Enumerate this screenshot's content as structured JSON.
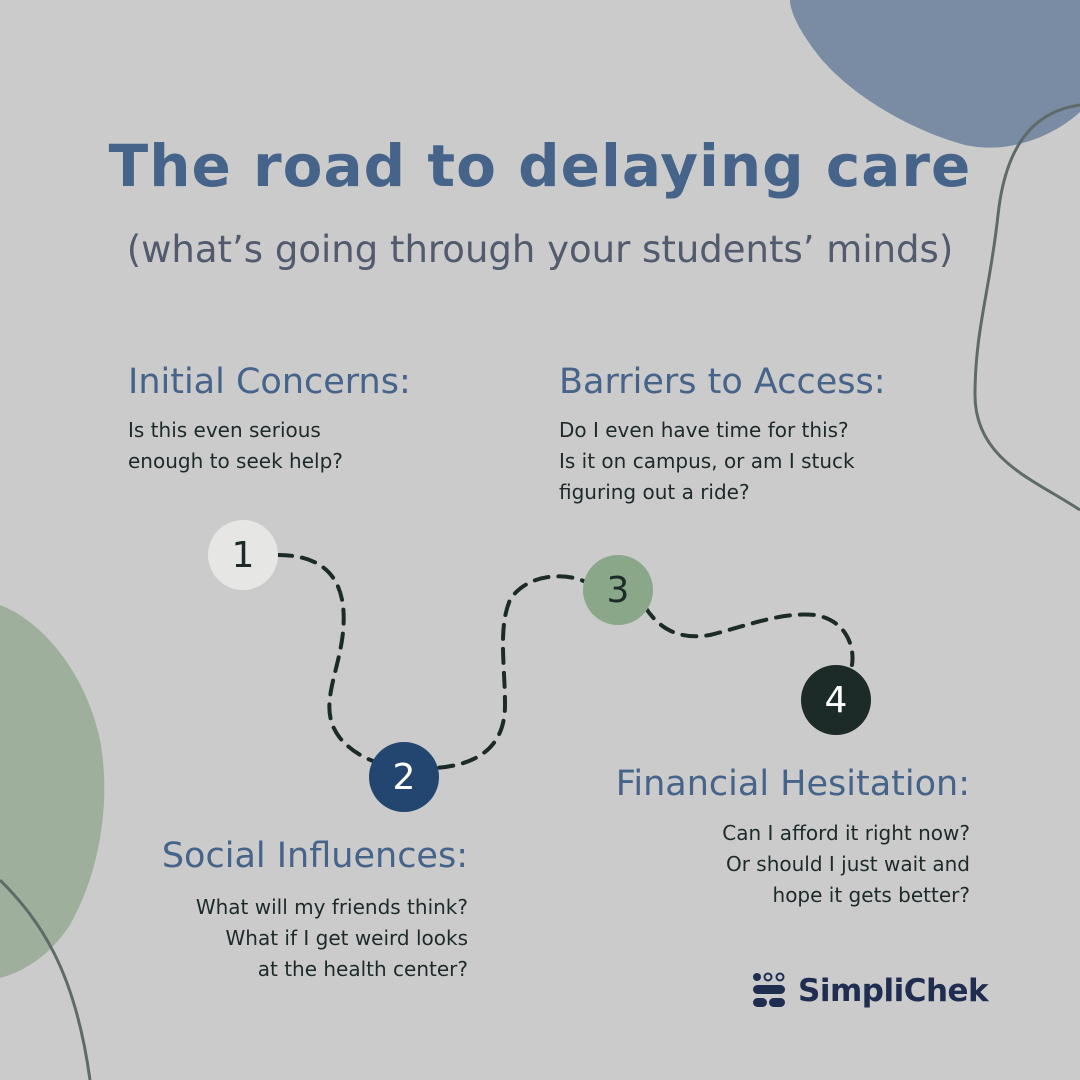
{
  "title": "The road to delaying care",
  "subtitle": "(what’s going through your students’ minds)",
  "steps": [
    {
      "number": "1",
      "heading": "Initial Concerns:",
      "lines": [
        "Is this even serious",
        "enough to seek help?"
      ],
      "color": "#e6e6e4"
    },
    {
      "number": "2",
      "heading": "Social Influences:",
      "lines": [
        "What will my friends think?",
        "What if I get weird looks",
        "at the health center?"
      ],
      "color": "#224670"
    },
    {
      "number": "3",
      "heading": "Barriers to Access:",
      "lines": [
        "Do I even have time for this?",
        "Is it on campus, or am I stuck",
        "figuring out a ride?"
      ],
      "color": "#8aa78a"
    },
    {
      "number": "4",
      "heading": "Financial Hesitation:",
      "lines": [
        "Can I afford it right now?",
        "Or should I just wait and",
        "hope it gets better?"
      ],
      "color": "#1c2b27"
    }
  ],
  "brand": {
    "name": "SimpliChek",
    "logo_icon": "simplichek-logo-icon"
  },
  "colors": {
    "background": "#cbcbcb",
    "heading": "#46638a",
    "blob_blue": "#7a8ca3",
    "blob_green": "#9eb09c",
    "path": "#1c2b27"
  }
}
